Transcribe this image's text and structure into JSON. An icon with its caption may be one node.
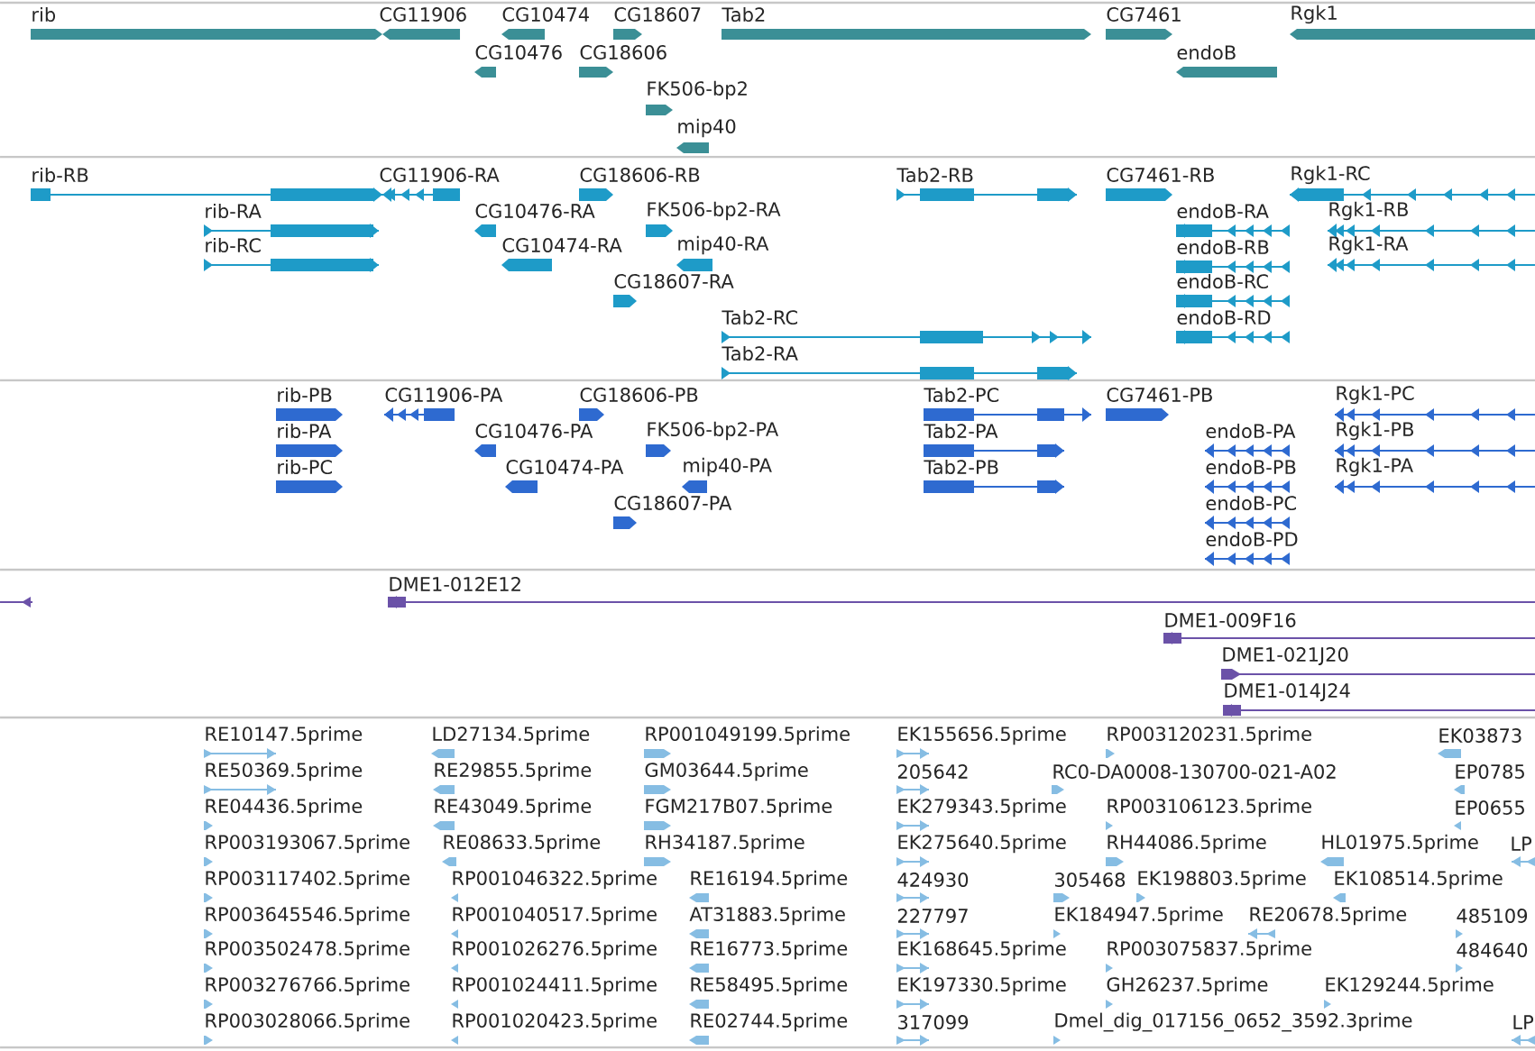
{
  "diagram": {
    "labels": [
      "rib",
      "CG11906",
      "CG10474",
      "CG18607",
      "Tab2",
      "CG7461",
      "Rgk1",
      "CG10476",
      "CG18606",
      "endoB",
      "FK506-bp2",
      "mip40",
      "rib-RB",
      "CG11906-RA",
      "CG18606-RB",
      "Tab2-RB",
      "CG7461-RB",
      "Rgk1-RC",
      "rib-RA",
      "CG10476-RA",
      "FK506-bp2-RA",
      "endoB-RA",
      "Rgk1-RB",
      "rib-RC",
      "CG10474-RA",
      "mip40-RA",
      "endoB-RB",
      "Rgk1-RA",
      "CG18607-RA",
      "endoB-RC",
      "Tab2-RC",
      "endoB-RD",
      "Tab2-RA",
      "rib-PB",
      "CG11906-PA",
      "CG18606-PB",
      "Tab2-PC",
      "CG7461-PB",
      "Rgk1-PC",
      "rib-PA",
      "CG10476-PA",
      "FK506-bp2-PA",
      "Tab2-PA",
      "endoB-PA",
      "Rgk1-PB",
      "rib-PC",
      "CG10474-PA",
      "mip40-PA",
      "Tab2-PB",
      "endoB-PB",
      "Rgk1-PA",
      "CG18607-PA",
      "endoB-PC",
      "endoB-PD",
      "DME1-012E12",
      "DME1-009F16",
      "DME1-021J20",
      "DME1-014J24",
      "RE10147.5prime",
      "LD27134.5prime",
      "RP001049199.5prime",
      "EK155656.5prime",
      "RP003120231.5prime",
      "EK03873",
      "RE50369.5prime",
      "RE29855.5prime",
      "GM03644.5prime",
      "205642",
      "RC0-DA0008-130700-021-A02",
      "EP0785",
      "RE04436.5prime",
      "RE43049.5prime",
      "FGM217B07.5prime",
      "EK279343.5prime",
      "RP003106123.5prime",
      "EP0655",
      "RP003193067.5prime",
      "RE08633.5prime",
      "RH34187.5prime",
      "EK275640.5prime",
      "RH44086.5prime",
      "HL01975.5prime",
      "LP",
      "RP003117402.5prime",
      "RP001046322.5prime",
      "RE16194.5prime",
      "424930",
      "305468",
      "EK198803.5prime",
      "EK108514.5prime",
      "RP003645546.5prime",
      "RP001040517.5prime",
      "AT31883.5prime",
      "227797",
      "EK184947.5prime",
      "RE20678.5prime",
      "485109",
      "RP003502478.5prime",
      "RP001026276.5prime",
      "RE16773.5prime",
      "EK168645.5prime",
      "RP003075837.5prime",
      "484640",
      "RP003276766.5prime",
      "RP001024411.5prime",
      "RE58495.5prime",
      "EK197330.5prime",
      "GH26237.5prime",
      "EK129244.5prime",
      "RP003028066.5prime",
      "RP001020423.5prime",
      "RE02744.5prime",
      "317099",
      "Dmel_dig_017156_0652_3592.3prime",
      "LP"
    ]
  }
}
